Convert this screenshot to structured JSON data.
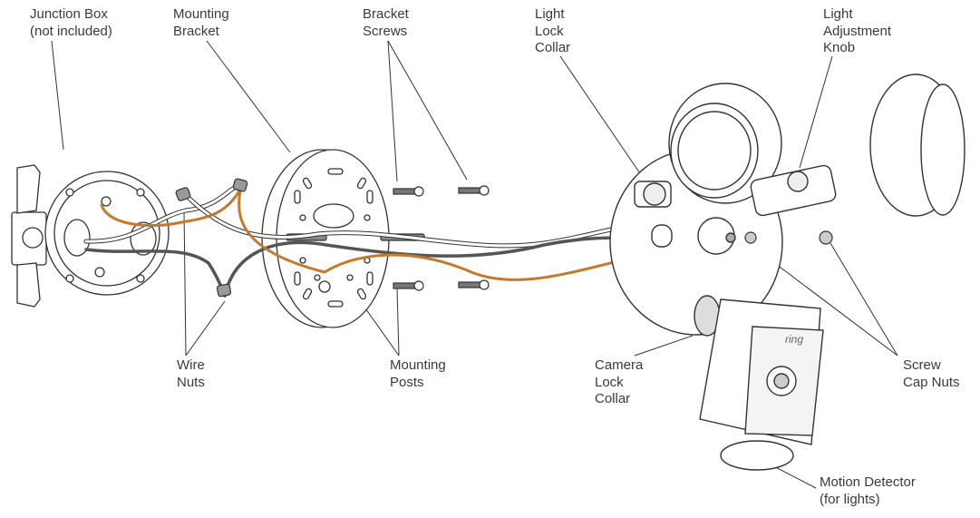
{
  "diagram": {
    "labels": {
      "junction_box": "Junction Box\n(not included)",
      "mounting_bracket": "Mounting\nBracket",
      "bracket_screws": "Bracket\nScrews",
      "light_lock_collar": "Light\nLock\nCollar",
      "light_adjustment_knob": "Light\nAdjustment\nKnob",
      "wire_nuts": "Wire\nNuts",
      "mounting_posts": "Mounting\nPosts",
      "camera_lock_collar": "Camera\nLock\nCollar",
      "screw_cap_nuts": "Screw\nCap Nuts",
      "motion_detector": "Motion Detector\n(for lights)"
    },
    "brand_mark": "ring",
    "colors": {
      "line": "#333333",
      "label_text": "#3a3a3a",
      "wire_white": "#ffffff",
      "wire_black": "#555555",
      "wire_orange": "#c47a2c"
    }
  }
}
